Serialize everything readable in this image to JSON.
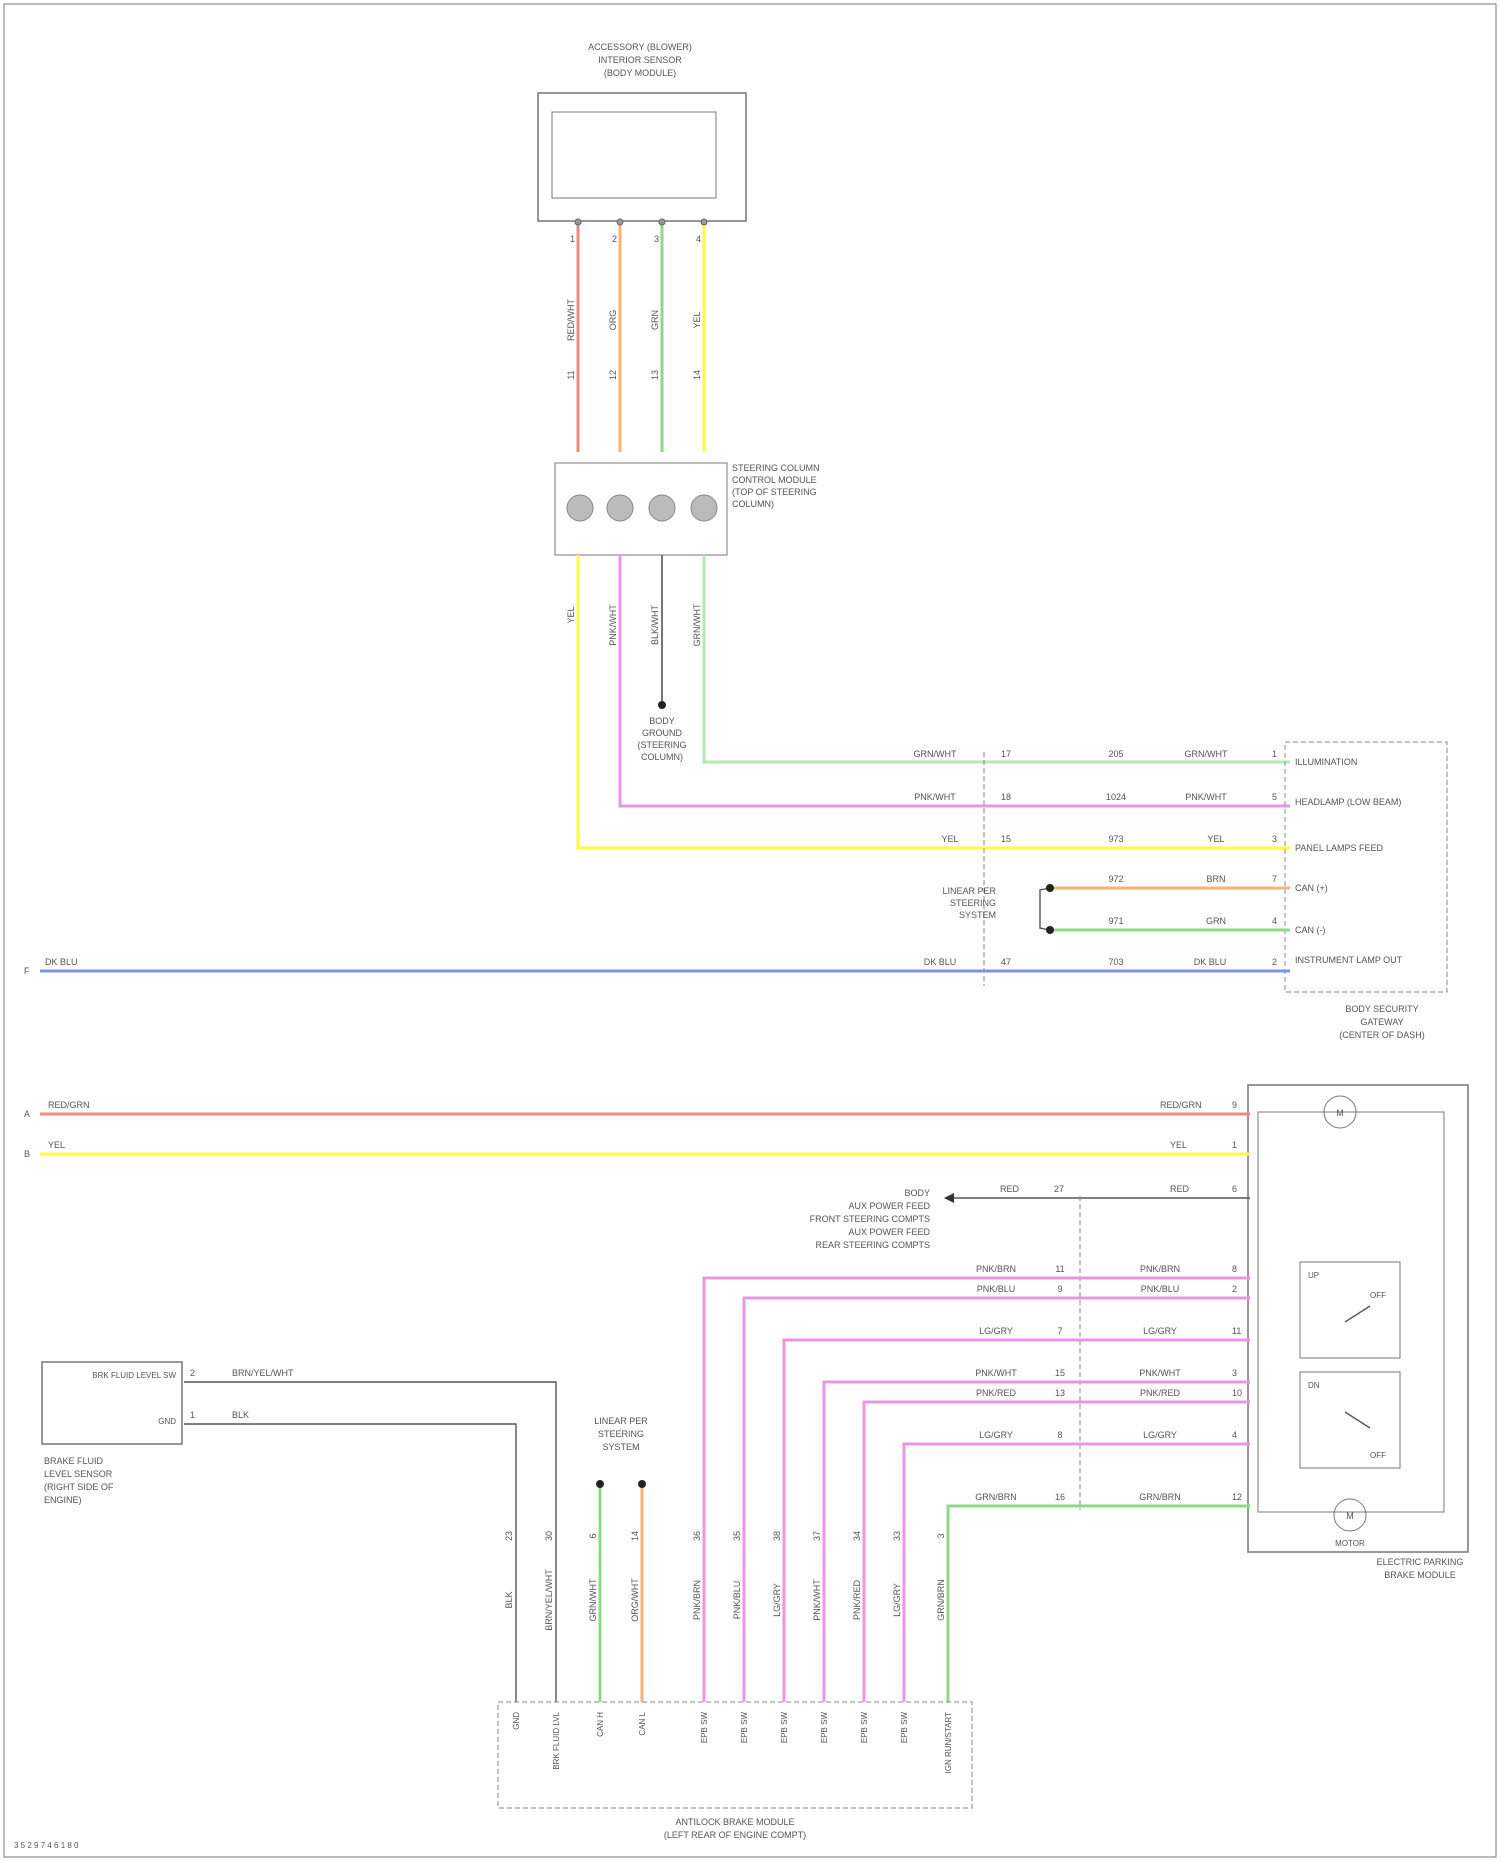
{
  "colors": {
    "red": "#f08a80",
    "orange": "#f5b37a",
    "green": "#8fd88a",
    "yellow": "#ffff3a",
    "pink": "#e896e4",
    "blue": "#7d95d9",
    "light_green": "#b8e6b4",
    "gray": "#666666",
    "frame": "#777777"
  },
  "footer": {
    "code": "3 5 2 9 7 4 6 1 8 0"
  },
  "modules": {
    "accessory_sensor": {
      "label_lines": [
        "ACCESSORY (BLOWER)",
        "INTERIOR SENSOR",
        "(BODY MODULE)"
      ]
    },
    "steering_connector": {
      "label_lines": [
        "STEERING COLUMN",
        "CONTROL MODULE",
        "(TOP OF STEERING",
        "COLUMN)"
      ]
    },
    "ground": {
      "label_lines": [
        "BODY",
        "GROUND",
        "(STEERING",
        "COLUMN)"
      ]
    },
    "right_connector": {
      "pins": [
        "ILLUMINATION",
        "HEADLAMP (LOW BEAM)",
        "PANEL LAMPS FEED",
        "CAN (+)",
        "CAN (-)",
        "INSTRUMENT LAMP OUT"
      ],
      "label_lines": [
        "BODY SECURITY",
        "GATEWAY",
        "(CENTER OF DASH)"
      ]
    },
    "network": {
      "label_lines": [
        "LINEAR PER",
        "STEERING",
        "SYSTEM"
      ]
    },
    "power_feed": {
      "label_lines": [
        "BODY",
        "AUX POWER FEED",
        "FRONT STEERING COMPTS",
        "AUX POWER FEED",
        "REAR STEERING COMPTS"
      ]
    },
    "electric_brake": {
      "label_lines": [
        "ELECTRIC PARKING",
        "BRAKE MODULE"
      ],
      "switch_labels": [
        "UP",
        "OFF",
        "DN",
        "OFF"
      ],
      "motor_label": "MOTOR"
    },
    "fluid_sensor": {
      "pins": [
        "BRK FLUID LEVEL SW",
        "GND"
      ],
      "label_lines": [
        "BRAKE FLUID",
        "LEVEL SENSOR",
        "(RIGHT SIDE OF",
        "ENGINE)"
      ]
    },
    "bottom_network": {
      "label_lines": [
        "LINEAR PER",
        "STEERING",
        "SYSTEM"
      ]
    },
    "bottom_connector": {
      "pins": [
        "GND",
        "BRK FLUID LVL",
        "CAN H",
        "CAN L",
        "EPB SW",
        "EPB SW",
        "EPB SW",
        "EPB SW",
        "EPB SW",
        "EPB SW",
        "IGN RUN/START"
      ],
      "label_lines": [
        "ANTILOCK BRAKE MODULE",
        "(LEFT REAR OF ENGINE COMPT)"
      ]
    }
  },
  "wires": {
    "top_vertical": [
      {
        "pin": "1",
        "color": "RED/WHT",
        "circuit": "11"
      },
      {
        "pin": "2",
        "color": "ORG",
        "circuit": "12"
      },
      {
        "pin": "3",
        "color": "GRN",
        "circuit": "13"
      },
      {
        "pin": "4",
        "color": "YEL",
        "circuit": "14"
      }
    ],
    "mid_vertical": [
      {
        "color": "YEL"
      },
      {
        "color": "PNK/WHT"
      },
      {
        "color": "BLK/WHT"
      },
      {
        "color": "GRN/WHT"
      }
    ],
    "right_rows": [
      {
        "left": "GRN/WHT",
        "circuit": "17",
        "num": "205",
        "right": "GRN/WHT",
        "pin": "1"
      },
      {
        "left": "PNK/WHT",
        "circuit": "18",
        "num": "1024",
        "right": "PNK/WHT",
        "pin": "5"
      },
      {
        "left": "YEL",
        "circuit": "15",
        "num": "973",
        "right": "YEL",
        "pin": "3"
      },
      {
        "left": "",
        "circuit": "",
        "num": "972",
        "right": "BRN",
        "pin": "7"
      },
      {
        "left": "",
        "circuit": "",
        "num": "971",
        "right": "GRN",
        "pin": "4"
      },
      {
        "left": "DK BLU",
        "circuit": "47",
        "num": "703",
        "right": "DK BLU",
        "pin": "2"
      }
    ],
    "long_rows": [
      {
        "left_label": "DK BLU",
        "left_pin": "F"
      },
      {
        "left_label": "RED/GRN",
        "right_label": "RED/GRN",
        "left_pin": "A",
        "right_pin": "9"
      },
      {
        "left_label": "YEL",
        "right_label": "YEL",
        "left_pin": "B",
        "right_pin": "1"
      }
    ],
    "power_row": {
      "left": "RED",
      "circuit": "27",
      "right": "RED",
      "pin": "6"
    },
    "epb_rows": [
      {
        "left": "PNK/BRN",
        "circuit": "11",
        "right": "PNK/BRN",
        "pin": "8"
      },
      {
        "left": "PNK/BLU",
        "circuit": "9",
        "right": "PNK/BLU",
        "pin": "2"
      },
      {
        "left": "LG/GRY",
        "circuit": "7",
        "right": "LG/GRY",
        "pin": "11"
      },
      {
        "left": "PNK/WHT",
        "circuit": "15",
        "right": "PNK/WHT",
        "pin": "3"
      },
      {
        "left": "PNK/RED",
        "circuit": "13",
        "right": "PNK/RED",
        "pin": "10"
      },
      {
        "left": "LG/GRY",
        "circuit": "8",
        "right": "LG/GRY",
        "pin": "4"
      },
      {
        "left": "GRN/BRN",
        "circuit": "16",
        "right": "GRN/BRN",
        "pin": "12"
      }
    ],
    "fluid_rows": [
      {
        "label": "BRN/YEL/WHT",
        "pin": "2"
      },
      {
        "label": "BLK",
        "pin": "1"
      }
    ],
    "bottom_vertical": [
      {
        "color": "BLK",
        "circuit": "23"
      },
      {
        "color": "BRN/YEL/WHT",
        "circuit": "30"
      },
      {
        "color": "GRN/WHT",
        "circuit": "6"
      },
      {
        "color": "ORG/WHT",
        "circuit": "14"
      },
      {
        "color": "PNK/BRN",
        "circuit": "36"
      },
      {
        "color": "PNK/BLU",
        "circuit": "35"
      },
      {
        "color": "LG/GRY",
        "circuit": "38"
      },
      {
        "color": "PNK/WHT",
        "circuit": "37"
      },
      {
        "color": "PNK/RED",
        "circuit": "34"
      },
      {
        "color": "LG/GRY",
        "circuit": "33"
      },
      {
        "color": "GRN/BRN",
        "circuit": "3"
      }
    ]
  }
}
